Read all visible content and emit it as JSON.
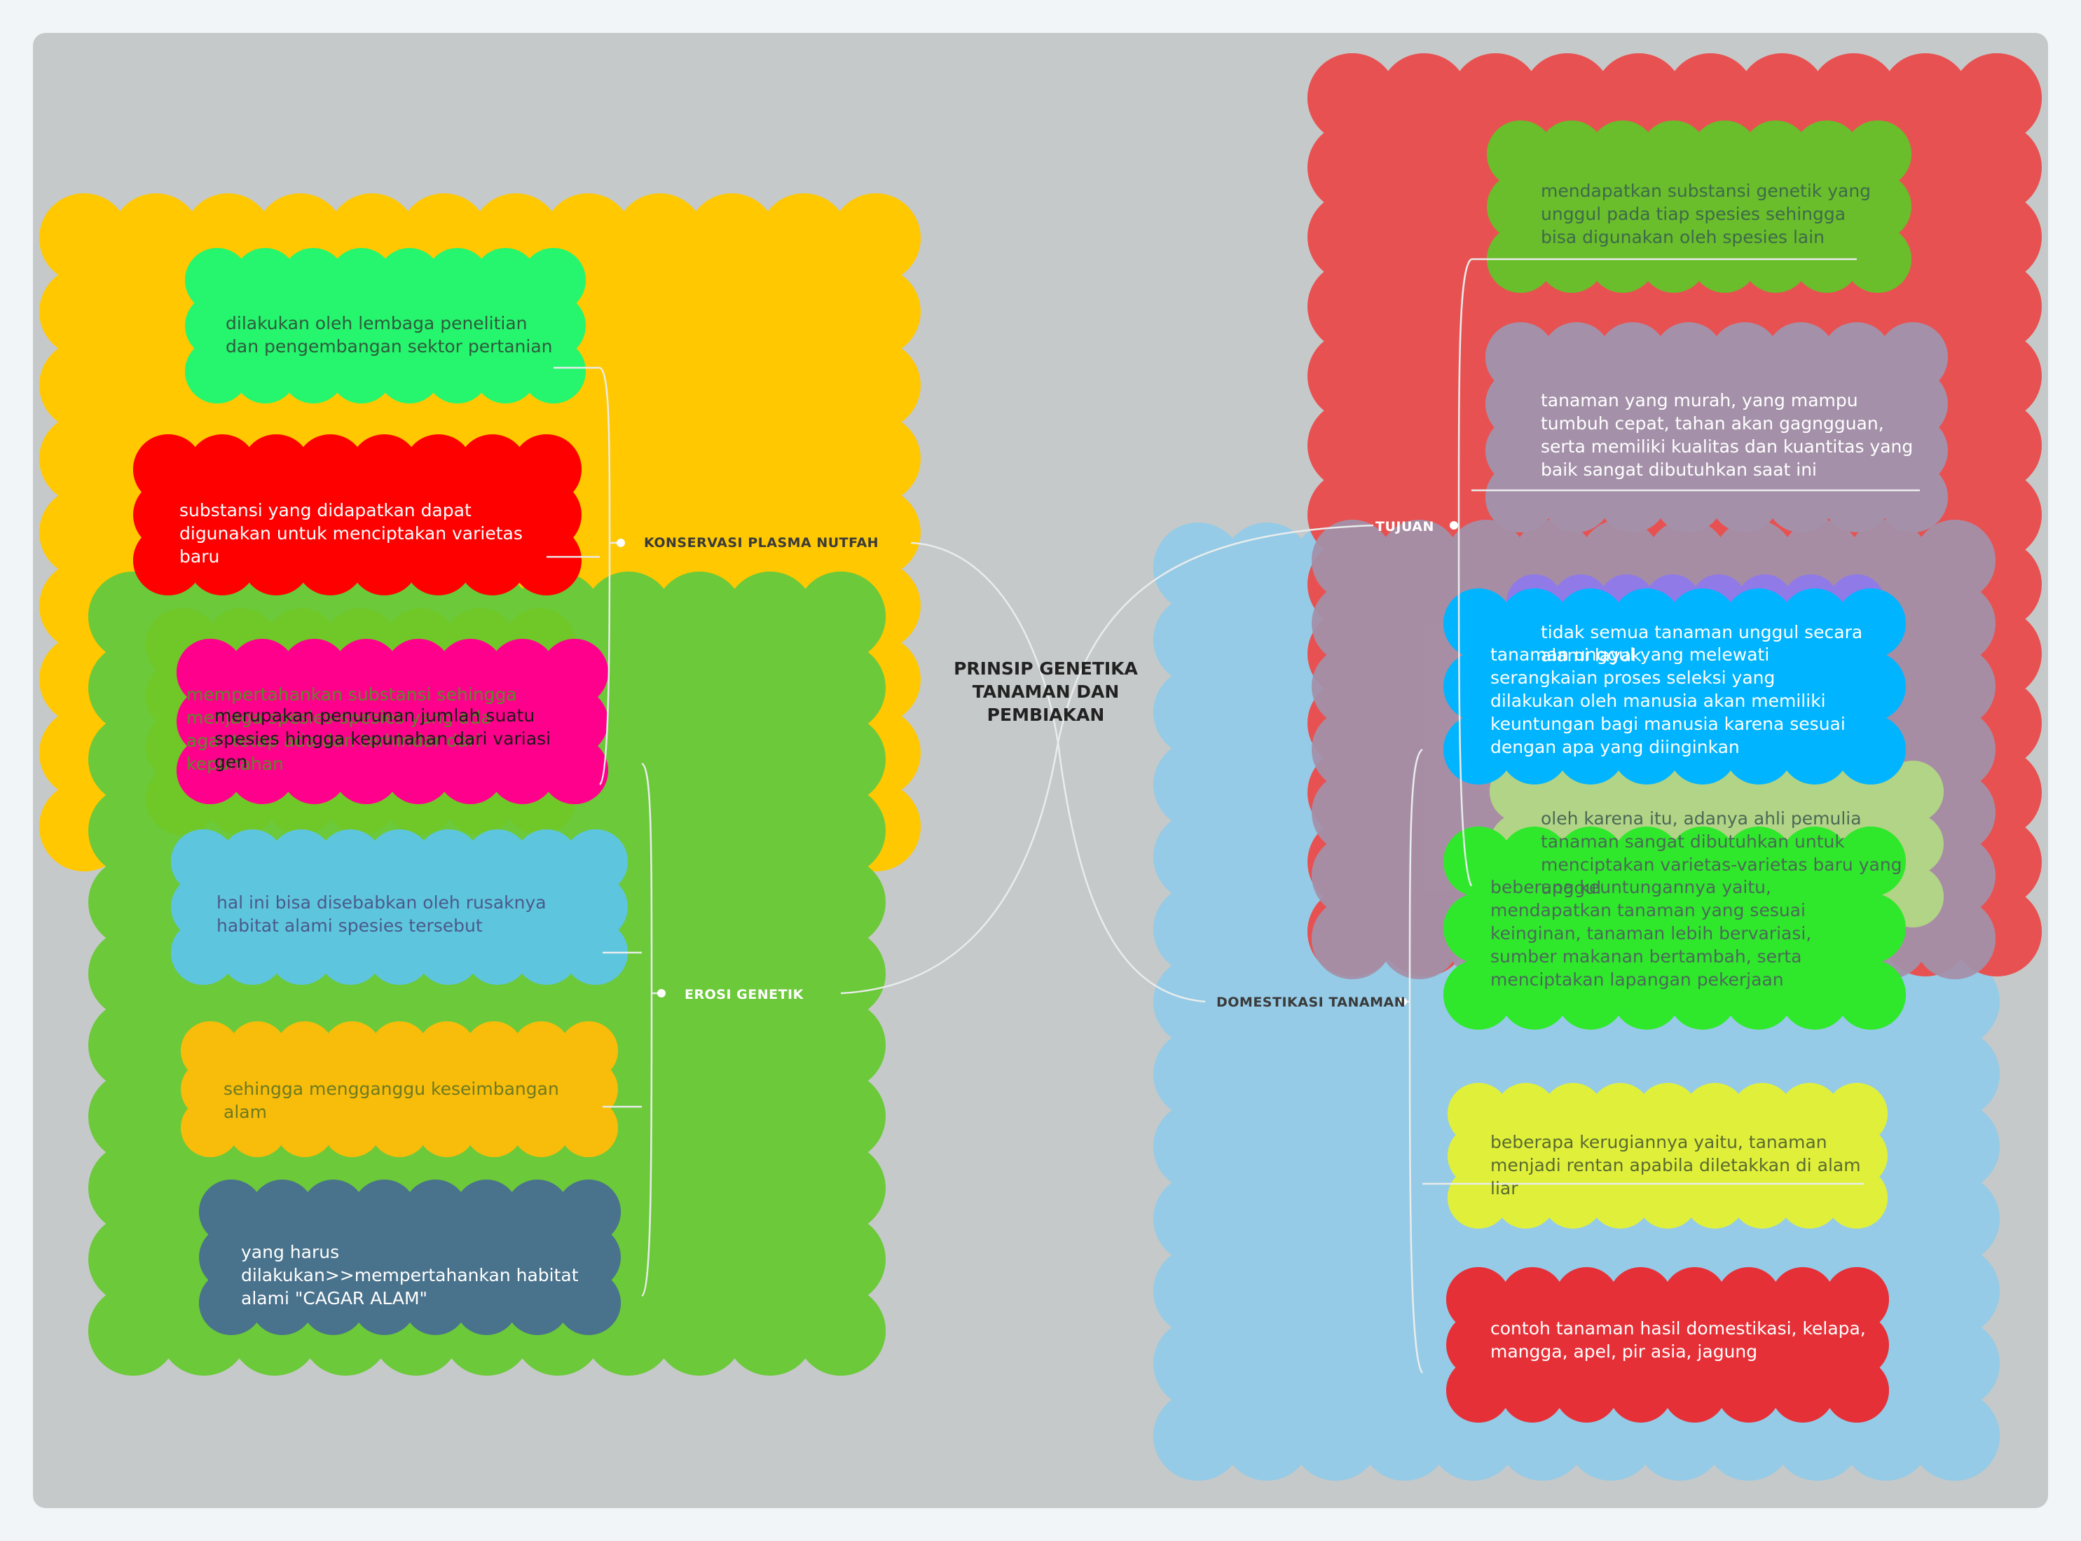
{
  "root": {
    "label": "PRINSIP GENETIKA\nTANAMAN DAN\nPEMBIAKAN"
  },
  "colors": {
    "yellow_cloud": "#ffc800",
    "green_cloud": "#6bc93a",
    "red_cloud": "#e85151",
    "blue_cloud": "#95cbe6",
    "purple_cloud": "#a491a9",
    "connector": "#e9ecec"
  },
  "branches": {
    "konservasi": {
      "label": "KONSERVASI PLASMA NUTFAH",
      "nodes": [
        "dilakukan oleh lembaga penelitian dan pengembangan sektor pertanian",
        "substansi yang didapatkan dapat digunakan untuk menciptakan varietas baru",
        "mempertahankan substansi sehingga menjaga spesies-spesies yang ada agar tetap ada dan terhindar dari kepunahan"
      ]
    },
    "erosi": {
      "label": "EROSI GENETIK",
      "nodes": [
        "merupakan penurunan jumlah suatu spesies hingga kepunahan dari variasi gen",
        "hal ini bisa disebabkan oleh rusaknya habitat alami spesies tersebut",
        "sehingga mengganggu keseimbangan alam",
        "yang harus dilakukan>>mempertahankan habitat alami \"CAGAR ALAM\""
      ]
    },
    "tujuan": {
      "label": "TUJUAN",
      "nodes": [
        "mendapatkan substansi genetik yang unggul pada tiap spesies sehingga bisa digunakan oleh spesies lain",
        "tanaman yang murah, yang mampu tumbuh cepat, tahan akan gagngguan, serta memiliki kualitas dan kuantitas yang baik sangat dibutuhkan saat ini",
        "tidak semua tanaman unggul secara alami layak",
        "oleh karena itu, adanya ahli pemulia tanaman sangat dibutuhkan untuk menciptakan varietas-varietas baru yang unggul"
      ]
    },
    "domestikasi": {
      "label": "DOMESTIKASI TANAMAN",
      "nodes": [
        "tanaman unggul yang melewati serangkaian proses seleksi yang dilakukan oleh manusia akan memiliki keuntungan bagi manusia karena sesuai dengan apa yang diinginkan",
        "beberapa keuntungannya yaitu, mendapatkan tanaman yang sesuai keinginan, tanaman lebih bervariasi, sumber makanan bertambah, serta menciptakan lapangan pekerjaan",
        "beberapa kerugiannya yaitu, tanaman menjadi rentan apabila diletakkan di alam liar",
        "contoh tanaman hasil domestikasi, kelapa, mangga, apel, pir asia, jagung"
      ]
    }
  }
}
